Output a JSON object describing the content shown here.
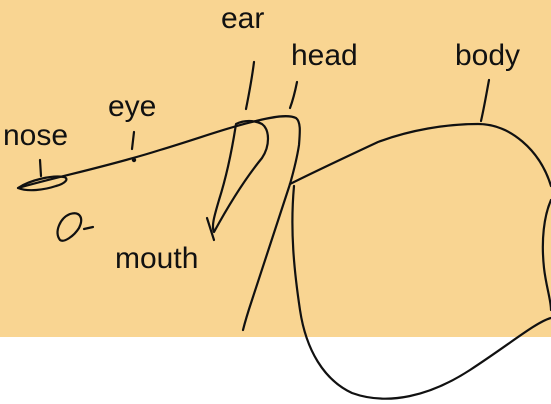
{
  "colors": {
    "background_panel": "#f9d592",
    "page": "#ffffff",
    "ink": "#111111"
  },
  "labels": {
    "ear": "ear",
    "head": "head",
    "body": "body",
    "eye": "eye",
    "nose": "nose",
    "mouth": "mouth"
  }
}
